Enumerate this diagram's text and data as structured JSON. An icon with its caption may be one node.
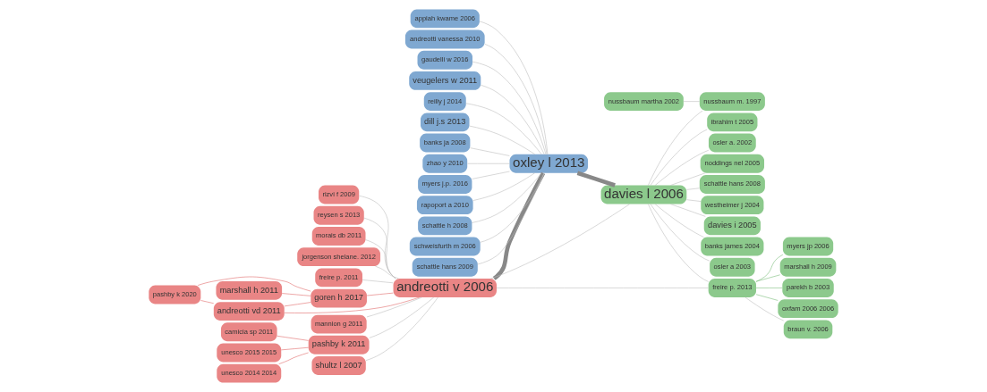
{
  "diagram": {
    "nodes": [
      {
        "text": [
          "rizvi f 2009"
        ]
      },
      {
        "text": [
          "reysen s 2013"
        ]
      },
      {
        "text": [
          "morais db 2011"
        ]
      },
      {
        "text": [
          "jorgenson shelane. 2012"
        ]
      },
      {
        "text": [
          "camicia sp 2011"
        ]
      },
      {
        "text": [
          "unesco 2015 2015"
        ]
      },
      {
        "text": [
          "pashby k 2020"
        ]
      },
      {
        "text": [
          "freire p. 2011"
        ]
      },
      {
        "text": [
          "andreotti vd 2011"
        ]
      },
      {
        "text": [
          "unesco 2014 2014"
        ]
      },
      {
        "text": [
          "mannion g 2011"
        ]
      },
      {
        "text": [
          "marshall h 2011"
        ]
      },
      {
        "text": [
          "pashby k 2011"
        ]
      },
      {
        "text": [
          "goren h 2017"
        ]
      },
      {
        "text": [
          "shultz l 2007"
        ]
      },
      {
        "text": [
          "andreotti v 2006"
        ]
      },
      {
        "text": [
          "andreotti vanessa 2010"
        ]
      },
      {
        "text": [
          "gaudelli w 2016"
        ]
      },
      {
        "text": [
          "veugelers w 2011"
        ]
      },
      {
        "text": [
          "oxley l 2013"
        ]
      },
      {
        "text": [
          "reilly j 2014"
        ]
      },
      {
        "text": [
          "dill j.s 2013"
        ]
      },
      {
        "text": [
          "banks ja 2008"
        ]
      },
      {
        "text": [
          "zhao y 2010"
        ]
      },
      {
        "text": [
          "myers j.p. 2016"
        ]
      },
      {
        "text": [
          "rapoport a 2010"
        ]
      },
      {
        "text": [
          "schattle h 2008"
        ]
      },
      {
        "text": [
          "schweisfurth m 2006"
        ]
      },
      {
        "text": [
          "schattle hans 2009"
        ]
      },
      {
        "text": [
          "appiah kwame 2006"
        ]
      },
      {
        "text": [
          "nussbaum m. 1997"
        ]
      },
      {
        "text": [
          "nussbaum martha 2002"
        ]
      },
      {
        "text": [
          "schattle hans 2008"
        ]
      },
      {
        "text": [
          "westheimer j 2004"
        ]
      },
      {
        "text": [
          "davies i 2005"
        ]
      },
      {
        "text": [
          "banks james 2004"
        ]
      },
      {
        "text": [
          "osler a 2003"
        ]
      },
      {
        "text": [
          "davies l 2006"
        ]
      },
      {
        "text": [
          "ibrahim t 2005"
        ]
      },
      {
        "text": [
          "osler a. 2002"
        ]
      },
      {
        "text": [
          "myers jp 2006"
        ]
      },
      {
        "text": [
          "marshall h 2009"
        ]
      },
      {
        "text": [
          "parekh b 2003"
        ]
      },
      {
        "text": [
          "oxfam 2006 2006"
        ]
      },
      {
        "text": [
          "noddings nel 2005"
        ]
      },
      {
        "text": [
          "braun v. 2006"
        ]
      },
      {
        "text": [
          "freire p. 2013"
        ]
      }
    ],
    "edges": [
      {
        "from": 15,
        "to": 19,
        "arrow": "none",
        "style": "thick"
      },
      {
        "from": 19,
        "to": 37,
        "arrow": "none",
        "style": "thick"
      },
      {
        "from": 15,
        "to": 37,
        "arrow": "none"
      },
      {
        "from": 21,
        "to": 19,
        "arrow": "none"
      },
      {
        "from": 18,
        "to": 19,
        "arrow": "none"
      },
      {
        "from": 22,
        "to": 19,
        "arrow": "none"
      },
      {
        "from": 25,
        "to": 19,
        "arrow": "none"
      },
      {
        "from": 16,
        "to": 19,
        "arrow": "none"
      },
      {
        "from": 37,
        "to": 34,
        "arrow": "none"
      },
      {
        "from": 37,
        "to": 36,
        "arrow": "none"
      },
      {
        "from": 37,
        "to": 33,
        "arrow": "none"
      },
      {
        "from": 31,
        "to": 30,
        "arrow": "none"
      },
      {
        "from": 37,
        "to": 46,
        "arrow": "none"
      },
      {
        "from": 46,
        "to": 45,
        "arrow": "none"
      },
      {
        "from": 15,
        "to": 46,
        "arrow": "none"
      },
      {
        "from": 13,
        "to": 15,
        "arrow": "none",
        "color": "#e06666"
      },
      {
        "from": 8,
        "to": 15,
        "arrow": "none",
        "color": "#e06666"
      },
      {
        "from": 8,
        "to": 13,
        "arrow": "none",
        "color": "#e06666"
      },
      {
        "from": 6,
        "to": 8,
        "arrow": "none",
        "color": "#e06666"
      },
      {
        "from": 11,
        "to": 13,
        "arrow": "none",
        "color": "#e06666"
      },
      {
        "from": 6,
        "to": 13,
        "arrow": "none",
        "color": "#e06666"
      },
      {
        "from": 4,
        "to": 12,
        "arrow": "none",
        "color": "#e06666"
      },
      {
        "from": 5,
        "to": 12,
        "arrow": "none",
        "color": "#e06666"
      },
      {
        "from": 9,
        "to": 12,
        "arrow": "none",
        "color": "#e06666"
      },
      {
        "from": 46,
        "to": 41,
        "arrow": "none",
        "color": "#77bb77"
      },
      {
        "from": 46,
        "to": 40,
        "arrow": "none",
        "color": "#77bb77"
      },
      {
        "from": 46,
        "to": 42,
        "arrow": "none",
        "color": "#77bb77"
      },
      {
        "from": 46,
        "to": 43,
        "arrow": "none",
        "color": "#77bb77"
      },
      {
        "from": 0,
        "to": 15,
        "arrow": "none"
      },
      {
        "from": 1,
        "to": 15,
        "arrow": "none"
      },
      {
        "from": 2,
        "to": 15,
        "arrow": "none"
      },
      {
        "from": 3,
        "to": 15,
        "arrow": "none"
      },
      {
        "from": 7,
        "to": 15,
        "arrow": "none"
      },
      {
        "from": 10,
        "to": 15,
        "arrow": "none"
      },
      {
        "from": 14,
        "to": 15,
        "arrow": "none"
      },
      {
        "from": 12,
        "to": 15,
        "arrow": "none"
      },
      {
        "from": 17,
        "to": 19,
        "arrow": "none"
      },
      {
        "from": 20,
        "to": 19,
        "arrow": "none"
      },
      {
        "from": 23,
        "to": 19,
        "arrow": "none"
      },
      {
        "from": 24,
        "to": 19,
        "arrow": "none"
      },
      {
        "from": 26,
        "to": 19,
        "arrow": "none"
      },
      {
        "from": 27,
        "to": 19,
        "arrow": "none"
      },
      {
        "from": 28,
        "to": 19,
        "arrow": "none"
      },
      {
        "from": 29,
        "to": 19,
        "arrow": "none"
      },
      {
        "from": 37,
        "to": 30,
        "arrow": "none"
      },
      {
        "from": 37,
        "to": 32,
        "arrow": "none"
      },
      {
        "from": 37,
        "to": 35,
        "arrow": "none"
      },
      {
        "from": 37,
        "to": 38,
        "arrow": "none"
      },
      {
        "from": 37,
        "to": 39,
        "arrow": "none"
      },
      {
        "from": 37,
        "to": 44,
        "arrow": "none"
      }
    ]
  }
}
